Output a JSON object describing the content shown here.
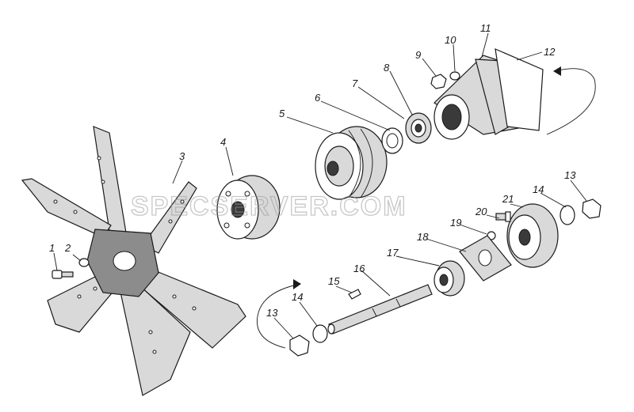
{
  "watermark": "SPECSERVER.COM",
  "callouts": [
    {
      "label": "1"
    },
    {
      "label": "2"
    },
    {
      "label": "3"
    },
    {
      "label": "4"
    },
    {
      "label": "5"
    },
    {
      "label": "6"
    },
    {
      "label": "7"
    },
    {
      "label": "8"
    },
    {
      "label": "9"
    },
    {
      "label": "10"
    },
    {
      "label": "11"
    },
    {
      "label": "12"
    },
    {
      "label": "13"
    },
    {
      "label": "14"
    },
    {
      "label": "13"
    },
    {
      "label": "14"
    },
    {
      "label": "15"
    },
    {
      "label": "16"
    },
    {
      "label": "17"
    },
    {
      "label": "18"
    },
    {
      "label": "19"
    },
    {
      "label": "20"
    },
    {
      "label": "21"
    }
  ]
}
